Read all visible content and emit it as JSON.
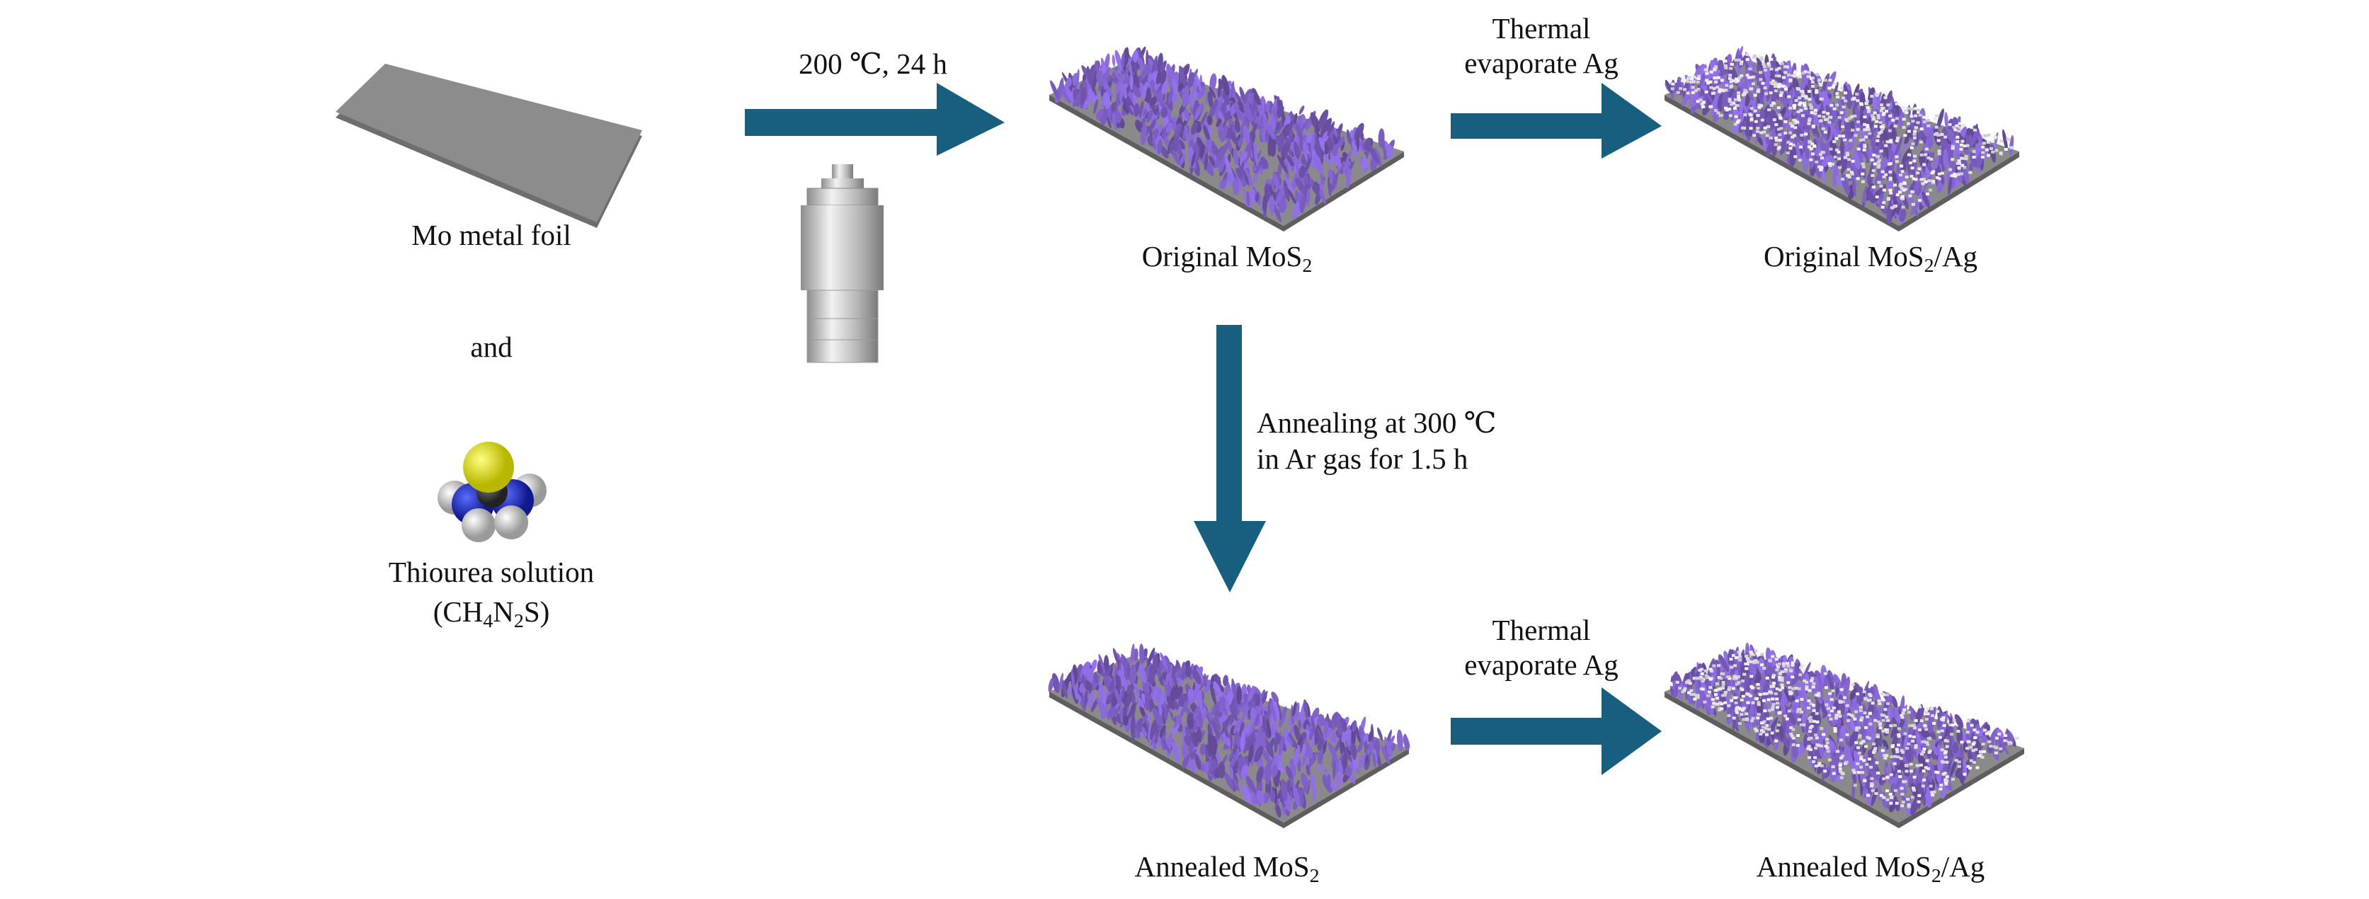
{
  "colors": {
    "arrow": "#185e7e",
    "mos2": "#9a7fe0",
    "substrate": "#8a8a8a",
    "silver": "#e6e6e6"
  },
  "reactants": {
    "foil_label": "Mo metal foil",
    "and_label": "and",
    "thiourea_label": "Thiourea solution",
    "formula": {
      "open": "(CH",
      "sub1": "4",
      "mid": "N",
      "sub2": "2",
      "close": "S)"
    }
  },
  "step1": {
    "condition": "200 ℃, 24 h"
  },
  "original": {
    "label_main": "Original MoS",
    "label_sub": "2",
    "label_ag_suffix": "/Ag"
  },
  "step2": {
    "line1": "Thermal",
    "line2": "evaporate Ag"
  },
  "anneal_step": {
    "line1": "Annealing at 300 ℃",
    "line2": "in Ar gas for 1.5 h"
  },
  "annealed": {
    "label_main": "Annealed MoS",
    "label_sub": "2",
    "label_ag_suffix": "/Ag"
  },
  "step4": {
    "line1": "Thermal",
    "line2": "evaporate Ag"
  }
}
